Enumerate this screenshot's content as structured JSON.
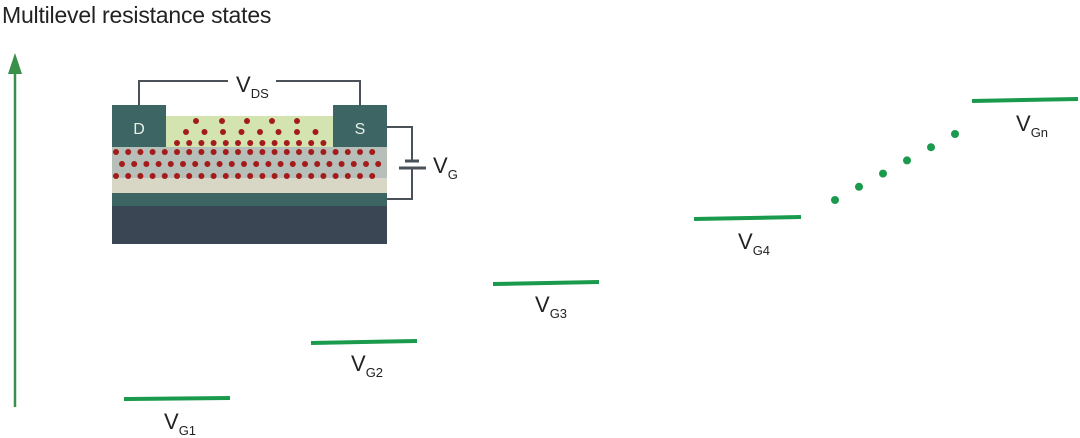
{
  "title": "Multilevel resistance states",
  "colors": {
    "green": "#1a9a4c",
    "arrow": "#3a8f4a",
    "electrode": "#3d6563",
    "channel": "#d3e4b0",
    "dielectric": "#b7c0b8",
    "beige": "#d8d6c4",
    "teal": "#3d6563",
    "substrate": "#3a4654",
    "wire": "#4a5158",
    "dot": "#a31b1b"
  },
  "device": {
    "drain_label": "D",
    "source_label": "S",
    "vds_label": "V",
    "vds_sub": "DS",
    "vg_label": "V",
    "vg_sub": "G"
  },
  "levels": [
    {
      "label": "V",
      "sub": "G1",
      "state": 1
    },
    {
      "label": "V",
      "sub": "G2",
      "state": 2
    },
    {
      "label": "V",
      "sub": "G3",
      "state": 3
    },
    {
      "label": "V",
      "sub": "G4",
      "state": 4
    },
    {
      "label": "V",
      "sub": "Gn",
      "state": "n"
    }
  ],
  "ellipsis_dot_count": 6
}
